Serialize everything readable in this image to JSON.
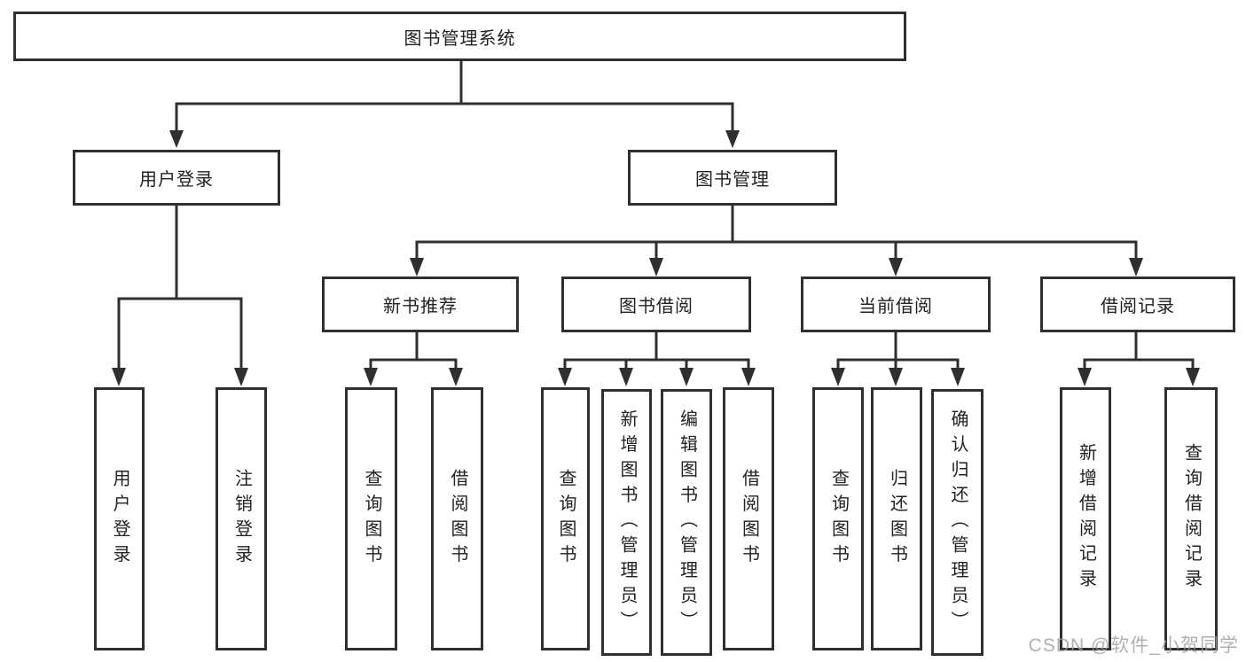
{
  "tree": {
    "root": {
      "label": "图书管理系统"
    },
    "branches": [
      {
        "label": "用户登录",
        "children": [
          {
            "label": "用户登录"
          },
          {
            "label": "注销登录"
          }
        ]
      },
      {
        "label": "图书管理",
        "children": [
          {
            "label": "新书推荐",
            "children": [
              {
                "label": "查询图书"
              },
              {
                "label": "借阅图书"
              }
            ]
          },
          {
            "label": "图书借阅",
            "children": [
              {
                "label": "查询图书"
              },
              {
                "label": "新增图书（管理员）"
              },
              {
                "label": "编辑图书（管理员）"
              },
              {
                "label": "借阅图书"
              }
            ]
          },
          {
            "label": "当前借阅",
            "children": [
              {
                "label": "查询图书"
              },
              {
                "label": "归还图书"
              },
              {
                "label": "确认归还（管理员）"
              }
            ]
          },
          {
            "label": "借阅记录",
            "children": [
              {
                "label": "新增借阅记录"
              },
              {
                "label": "查询借阅记录"
              }
            ]
          }
        ]
      }
    ]
  },
  "watermark": {
    "text": "CSDN @软件_小贺同学"
  },
  "colors": {
    "line": "#2f2f2f",
    "text": "#222222",
    "background": "#ffffff",
    "watermark": "#9e9e9e"
  }
}
